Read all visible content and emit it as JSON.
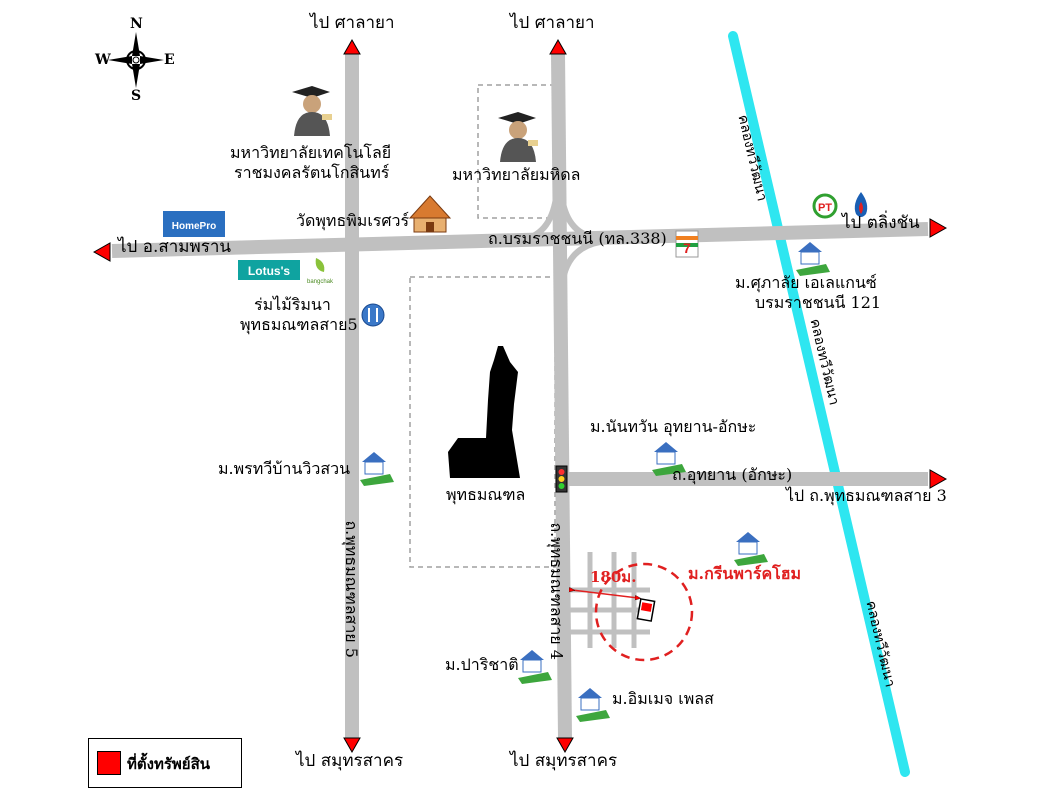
{
  "compass": {
    "n": "N",
    "s": "S",
    "e": "E",
    "w": "W",
    "icon": "compass-rose-icon"
  },
  "roads": {
    "to_salaya": "ไป ศาลายา",
    "to_sampran": "ไป อ.สามพราน",
    "to_talingchan": "ไป ตลิ่งชัน",
    "to_samutsakhon": "ไป สมุทรสาคร",
    "to_phutthamonthon3": "ไป ถ.พุทธมณฑลสาย 3",
    "boromratchachonnani": "ถ.บรมราชชนนี (ทล.338)",
    "utthayan": "ถ.อุทยาน (อักษะ)",
    "phutthamonthon4": "ถ.พุทธมณฑลสาย 4",
    "phutthamonthon5": "ถ.พุทธมณฑลสาย 5"
  },
  "canals": {
    "thawi_watthana": "คลองทวีวัฒนา"
  },
  "places": {
    "rmutr_1": "มหาวิทยาลัยเทคโนโลยี",
    "rmutr_2": "ราชมงคลรัตนโกสินทร์",
    "mahidol": "มหาวิทยาลัยมหิดล",
    "wat": "วัดพุทธพิมเรศวร์",
    "homepro": "HomePro",
    "lotus": "Lotus's",
    "bangchak": "bangchak",
    "restaurant_1": "ร่มไม้ริมนา",
    "restaurant_2": "พุทธมณฑลสาย5",
    "phutthamonthon": "พุทธมณฑล",
    "pornthawee": "ม.พรทวีบ้านวิวสวน",
    "nanthawan": "ม.นันทวัน อุทยาน-อักษะ",
    "green_park": "ม.กรีนพาร์คโฮม",
    "parichat": "ม.ปาริชาติ",
    "image_place": "ม.อิมเมจ เพลส",
    "supalai_1": "ม.ศุภาลัย เอเลแกนซ์",
    "supalai_2": "บรมราชชนนี 121",
    "distance": "180ม.",
    "seven_eleven": "7"
  },
  "legend": {
    "label": "ที่ตั้งทรัพย์สิน"
  },
  "colors": {
    "road": "#c0c0c0",
    "arrow": "#ff0000",
    "canal": "#2ee6f0",
    "dashed_area": "#a0a0a0",
    "radius": "#e02020",
    "house": "#3da63d",
    "property": "#ff0000"
  }
}
